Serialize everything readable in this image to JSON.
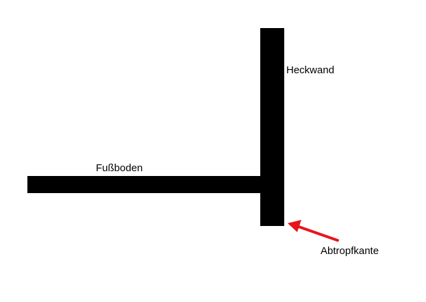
{
  "diagram": {
    "labels": {
      "wall": "Heckwand",
      "floor": "Fußboden",
      "drip_edge": "Abtropfkante"
    },
    "colors": {
      "beam": "#000000",
      "arrow": "#e8141b",
      "background": "#ffffff"
    },
    "icons": {
      "pointer": "arrow-icon"
    }
  }
}
